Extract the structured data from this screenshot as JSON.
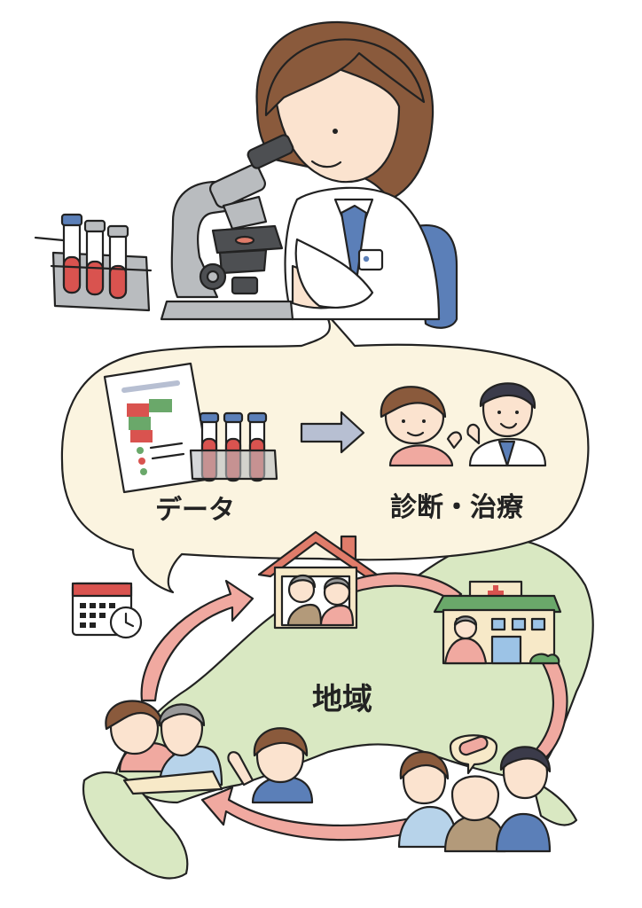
{
  "labels": {
    "data": "データ",
    "diagnosis": "診断・治療",
    "region": "地域"
  },
  "colors": {
    "line": "#222222",
    "skin": "#fbe3cf",
    "hair_brown": "#8a5a3c",
    "coat": "#ffffff",
    "shirt_blue": "#5b7fb8",
    "microscope": "#b9bcbf",
    "microscope_dark": "#4d4f52",
    "bubble": "#fbf4e0",
    "region_green": "#d9e8c2",
    "arrow_pink": "#f0a9a0",
    "arrow_gray": "#b7bfd2",
    "blood_red": "#d9534f",
    "roof_red": "#e07c6a",
    "hospital_wall": "#f7e9c8"
  },
  "icons": [
    "microscope-icon",
    "test-tube-rack-icon",
    "document-icon",
    "calendar-icon",
    "clock-icon",
    "house-icon",
    "hospital-icon",
    "medicine-icon"
  ]
}
